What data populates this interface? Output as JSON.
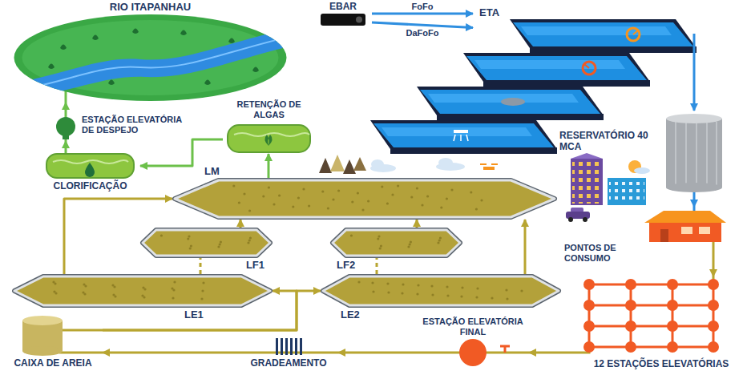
{
  "diagram": {
    "nodes": [
      {
        "text": [
          "RIO ITAPANHAU"
        ]
      },
      {
        "text": [
          "EBAR"
        ]
      },
      {
        "text": [
          "ETA"
        ]
      },
      {
        "text": [
          "ESTAÇÃO ELEVATÓRIA DE DESPEJO"
        ]
      },
      {
        "text": [
          "RETENÇÃO DE ALGAS"
        ]
      },
      {
        "text": [
          "RESERVATÓRIO 40 MCA"
        ]
      },
      {
        "text": [
          "CLORIFICAÇÃO"
        ]
      },
      {
        "text": [
          "LM"
        ]
      },
      {
        "text": [
          "PONTOS DE CONSUMO"
        ]
      },
      {
        "text": [
          "LF1"
        ]
      },
      {
        "text": [
          "LF2"
        ]
      },
      {
        "text": [
          "LE1"
        ]
      },
      {
        "text": [
          "LE2"
        ]
      },
      {
        "text": [
          "ESTAÇÃO ELEVATÓRIA FINAL"
        ]
      },
      {
        "text": [
          "12 ESTAÇÕES ELEVATÓRIAS"
        ]
      },
      {
        "text": [
          "CAIXA DE AREIA"
        ]
      },
      {
        "text": [
          "GRADEAMENTO"
        ]
      }
    ],
    "edges": [
      {
        "from": 1,
        "to": 2,
        "label": "FoFo",
        "arrow": "to"
      },
      {
        "from": 1,
        "to": 2,
        "label": "DaFoFo",
        "arrow": "to"
      },
      {
        "from": 2,
        "to": 5,
        "arrow": "to"
      },
      {
        "from": 5,
        "to": 8,
        "arrow": "to"
      },
      {
        "from": 8,
        "to": 14,
        "arrow": "to"
      },
      {
        "from": 14,
        "to": 13,
        "arrow": "to"
      },
      {
        "from": 13,
        "to": 16,
        "arrow": "to"
      },
      {
        "from": 16,
        "to": 15,
        "arrow": "to"
      },
      {
        "from": 15,
        "to": 11,
        "arrow": "to"
      },
      {
        "from": 15,
        "to": 12,
        "arrow": "to"
      },
      {
        "from": 11,
        "to": 9,
        "arrow": "none"
      },
      {
        "from": 12,
        "to": 10,
        "arrow": "none"
      },
      {
        "from": 11,
        "to": 7,
        "arrow": "to"
      },
      {
        "from": 12,
        "to": 7,
        "arrow": "to"
      },
      {
        "from": 9,
        "to": 7,
        "arrow": "to"
      },
      {
        "from": 10,
        "to": 7,
        "arrow": "to"
      },
      {
        "from": 7,
        "to": 4,
        "arrow": "to"
      },
      {
        "from": 4,
        "to": 6,
        "arrow": "to"
      },
      {
        "from": 6,
        "to": 3,
        "arrow": "to"
      },
      {
        "from": 3,
        "to": 0,
        "arrow": "to"
      }
    ]
  }
}
